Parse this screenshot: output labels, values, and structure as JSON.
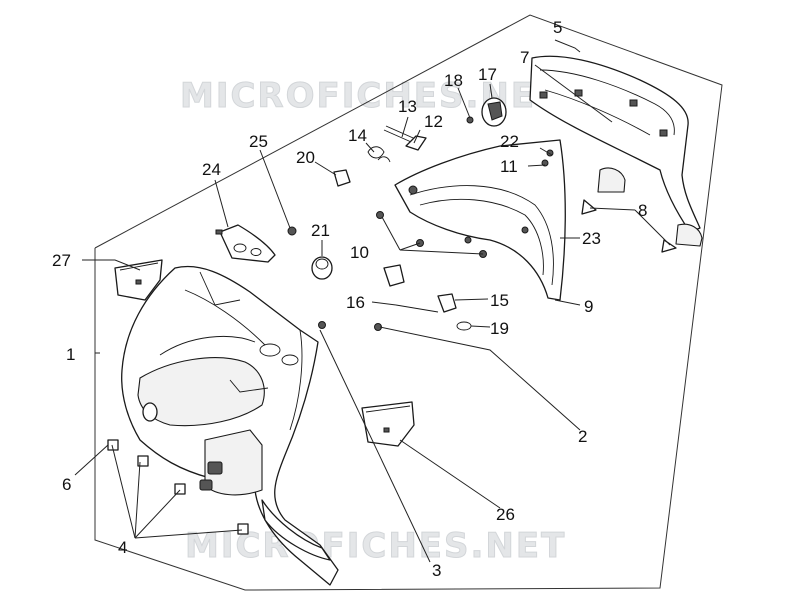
{
  "watermark": {
    "top": "MICROFICHES.NET",
    "bottom": "MICROFICHES.NET"
  },
  "callouts": [
    {
      "id": "c1",
      "text": "1"
    },
    {
      "id": "c2",
      "text": "2"
    },
    {
      "id": "c3",
      "text": "3"
    },
    {
      "id": "c4",
      "text": "4"
    },
    {
      "id": "c5",
      "text": "5"
    },
    {
      "id": "c6",
      "text": "6"
    },
    {
      "id": "c7",
      "text": "7"
    },
    {
      "id": "c8",
      "text": "8"
    },
    {
      "id": "c9",
      "text": "9"
    },
    {
      "id": "c10",
      "text": "10"
    },
    {
      "id": "c11",
      "text": "11"
    },
    {
      "id": "c12",
      "text": "12"
    },
    {
      "id": "c13",
      "text": "13"
    },
    {
      "id": "c14",
      "text": "14"
    },
    {
      "id": "c15",
      "text": "15"
    },
    {
      "id": "c16",
      "text": "16"
    },
    {
      "id": "c17",
      "text": "17"
    },
    {
      "id": "c18",
      "text": "18"
    },
    {
      "id": "c19",
      "text": "19"
    },
    {
      "id": "c20",
      "text": "20"
    },
    {
      "id": "c21",
      "text": "21"
    },
    {
      "id": "c22",
      "text": "22"
    },
    {
      "id": "c23",
      "text": "23"
    },
    {
      "id": "c24",
      "text": "24"
    },
    {
      "id": "c25",
      "text": "25"
    },
    {
      "id": "c26",
      "text": "26"
    },
    {
      "id": "c27",
      "text": "27"
    }
  ]
}
